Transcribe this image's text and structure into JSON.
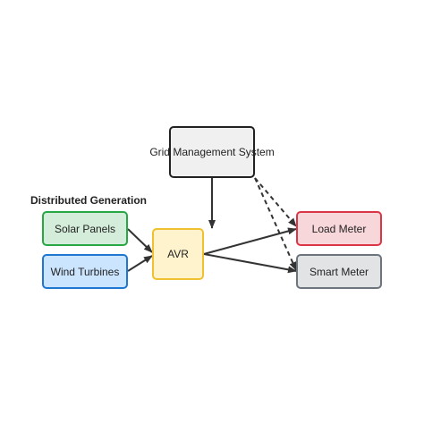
{
  "group": {
    "label": "Distributed Generation"
  },
  "nodes": {
    "grid": {
      "label": "Grid Management System",
      "fill": "#f0f0f0",
      "stroke": "#222222"
    },
    "solar": {
      "label": "Solar Panels",
      "fill": "#d4edda",
      "stroke": "#28a745"
    },
    "wind": {
      "label": "Wind Turbines",
      "fill": "#cce5ff",
      "stroke": "#1f77d0"
    },
    "avr": {
      "label": "AVR",
      "fill": "#fff3cd",
      "stroke": "#f0c030"
    },
    "load": {
      "label": "Load Meter",
      "fill": "#f8d7da",
      "stroke": "#dc3545"
    },
    "smart": {
      "label": "Smart Meter",
      "fill": "#e2e3e5",
      "stroke": "#6c757d"
    }
  },
  "edges": [
    {
      "from": "solar",
      "to": "avr",
      "style": "solid"
    },
    {
      "from": "wind",
      "to": "avr",
      "style": "solid"
    },
    {
      "from": "grid",
      "to": "avr",
      "style": "solid"
    },
    {
      "from": "avr",
      "to": "load",
      "style": "solid"
    },
    {
      "from": "avr",
      "to": "smart",
      "style": "solid"
    },
    {
      "from": "grid",
      "to": "load",
      "style": "dashed"
    },
    {
      "from": "grid",
      "to": "smart",
      "style": "dashed"
    }
  ]
}
